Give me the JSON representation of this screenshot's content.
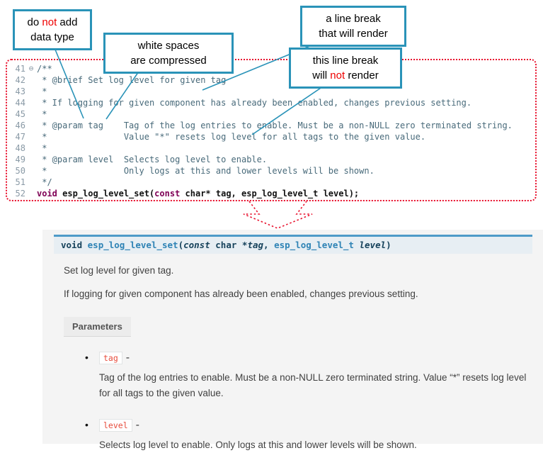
{
  "callouts": {
    "c1": {
      "l1a": "do ",
      "l1b": "not",
      "l1c": " add",
      "l2": "data type"
    },
    "c2": {
      "l1": "white spaces",
      "l2": "are  compressed"
    },
    "c3": {
      "l1": "a line break",
      "l2": "that will render"
    },
    "c4": {
      "l1": "this line break",
      "l2a": "will ",
      "l2b": "not",
      "l2c": " render"
    }
  },
  "code": {
    "lines": [
      {
        "num": "41",
        "fold": "⊖",
        "text": "/**"
      },
      {
        "num": "42",
        "fold": "",
        "text": " * @brief Set log level for given tag"
      },
      {
        "num": "43",
        "fold": "",
        "text": " *"
      },
      {
        "num": "44",
        "fold": "",
        "text": " * If logging for given component has already been enabled, changes previous setting."
      },
      {
        "num": "45",
        "fold": "",
        "text": " *"
      },
      {
        "num": "46",
        "fold": "",
        "text": " * @param tag    Tag of the log entries to enable. Must be a non-NULL zero terminated string."
      },
      {
        "num": "47",
        "fold": "",
        "text": " *               Value \"*\" resets log level for all tags to the given value."
      },
      {
        "num": "48",
        "fold": "",
        "text": " *"
      },
      {
        "num": "49",
        "fold": "",
        "text": " * @param level  Selects log level to enable."
      },
      {
        "num": "50",
        "fold": "",
        "text": " *               Only logs at this and lower levels will be shown."
      },
      {
        "num": "51",
        "fold": "",
        "text": " */"
      },
      {
        "num": "52",
        "fold": "",
        "text": ""
      }
    ],
    "line52": {
      "kw1": "void ",
      "name": "esp_log_level_set(",
      "kw2": "const",
      "rest": " char* tag, esp_log_level_t level);"
    }
  },
  "doc": {
    "signature": {
      "kw": "void ",
      "name": "esp_log_level_set",
      "open": "(",
      "kconst": "const",
      "mid": "  char *",
      "p1": "tag",
      "comma": ", ",
      "t2": "esp_log_level_t ",
      "p2": "level",
      "close": ")"
    },
    "brief": "Set log level for given tag.",
    "para": "If logging for given component has already been enabled, changes previous setting.",
    "params_label": "Parameters",
    "bullet": "•",
    "params": [
      {
        "name": "tag",
        "dash": "-",
        "desc": "Tag of the log entries to enable. Must be a non-NULL zero terminated string. Value “*” resets log level for all tags to the given value."
      },
      {
        "name": "level",
        "dash": "-",
        "desc": "Selects log level to enable. Only logs at this and lower levels will be shown."
      }
    ]
  }
}
